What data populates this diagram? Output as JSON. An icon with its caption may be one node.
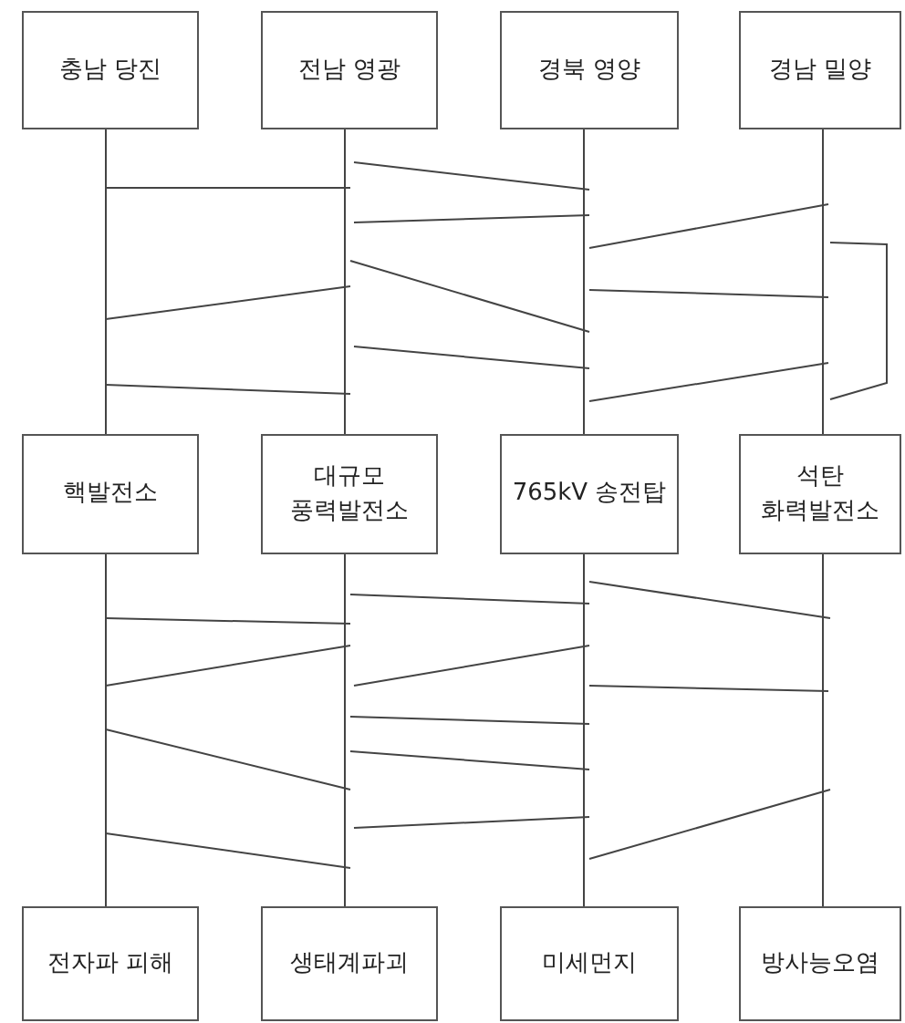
{
  "diagram": {
    "nodes": [
      {
        "text": [
          "충남 당진"
        ]
      },
      {
        "text": [
          "전남 영광"
        ]
      },
      {
        "text": [
          "경북 영양"
        ]
      },
      {
        "text": [
          "경남 밀양"
        ]
      },
      {
        "text": [
          "핵발전소"
        ]
      },
      {
        "text": [
          "대규모 풍력발전소"
        ]
      },
      {
        "text": [
          "765kV 송전탑"
        ]
      },
      {
        "text": [
          "석탄 화력발전소"
        ]
      },
      {
        "text": [
          "전자파 피해"
        ]
      },
      {
        "text": [
          "생태계파괴"
        ]
      },
      {
        "text": [
          "미세먼지"
        ]
      },
      {
        "text": [
          "방사능오염"
        ]
      }
    ],
    "edges": [
      {
        "from": 0,
        "to": 4,
        "arrow": "none"
      },
      {
        "from": 1,
        "to": 5,
        "arrow": "none"
      },
      {
        "from": 2,
        "to": 6,
        "arrow": "none"
      },
      {
        "from": 3,
        "to": 7,
        "arrow": "none"
      },
      {
        "from": 4,
        "to": 8,
        "arrow": "none"
      },
      {
        "from": 5,
        "to": 9,
        "arrow": "none"
      },
      {
        "from": 6,
        "to": 10,
        "arrow": "none"
      },
      {
        "from": 7,
        "to": 11,
        "arrow": "none"
      }
    ]
  }
}
